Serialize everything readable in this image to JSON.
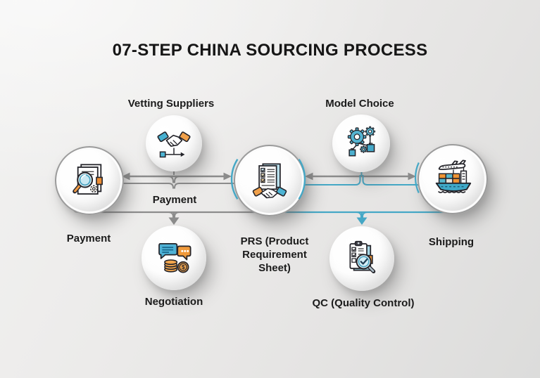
{
  "title": "07-STEP CHINA SOURCING PROCESS",
  "steps": [
    {
      "id": "payment-documents",
      "label": "Payment",
      "icon": "document-search-icon"
    },
    {
      "id": "vetting-suppliers",
      "label": "Vetting Suppliers",
      "icon": "handshake-icon"
    },
    {
      "id": "prs",
      "label": "PRS (Product Requirement Sheet)",
      "icon": "checklist-handshake-icon"
    },
    {
      "id": "model-choice",
      "label": "Model Choice",
      "icon": "gears-flow-icon"
    },
    {
      "id": "shipping",
      "label": "Shipping",
      "icon": "cargo-ship-icon"
    },
    {
      "id": "negotiation",
      "label": "Negotiation",
      "icon": "chat-coins-icon"
    },
    {
      "id": "qc",
      "label": "QC (Quality Control)",
      "icon": "quality-check-icon"
    }
  ],
  "floating_labels": {
    "payment_mid": "Payment"
  },
  "icon_glyphs": {
    "dollar": "$"
  },
  "colors": {
    "teal_line": "#45a8c6",
    "gray_line": "#8c8c8c",
    "ring_gray": "#9b9b9b",
    "icon_teal": "#4fb0ce",
    "icon_orange": "#f09a3c",
    "text": "#1b1b1b",
    "background": "#e9e9e8"
  }
}
